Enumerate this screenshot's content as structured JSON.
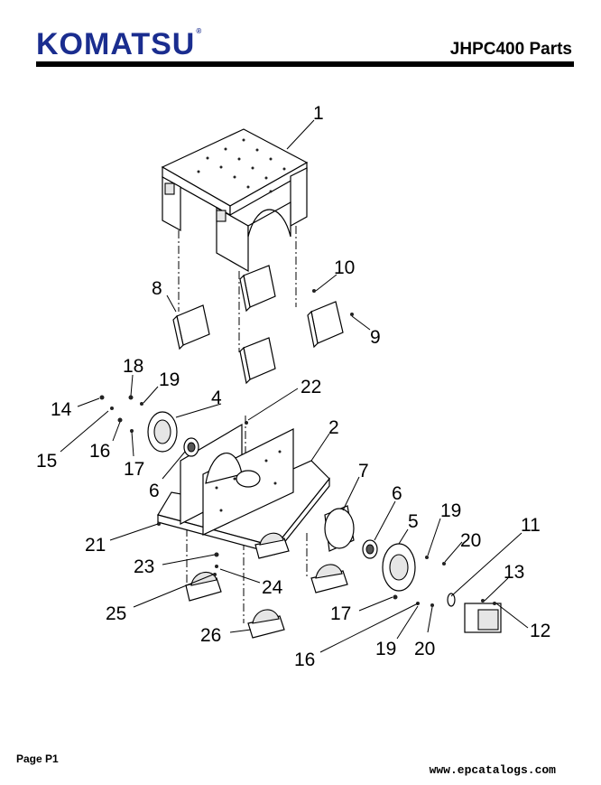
{
  "header": {
    "brand": "KOMATSU",
    "title": "JHPC400   Parts"
  },
  "footer": {
    "page": "Page P1",
    "website": "www.epcatalogs.com"
  },
  "callouts": [
    "1",
    "2",
    "4",
    "5",
    "6",
    "6",
    "7",
    "8",
    "9",
    "10",
    "11",
    "12",
    "13",
    "14",
    "15",
    "16",
    "16",
    "17",
    "17",
    "18",
    "19",
    "19",
    "19",
    "20",
    "20",
    "21",
    "22",
    "23",
    "24",
    "25",
    "26"
  ]
}
